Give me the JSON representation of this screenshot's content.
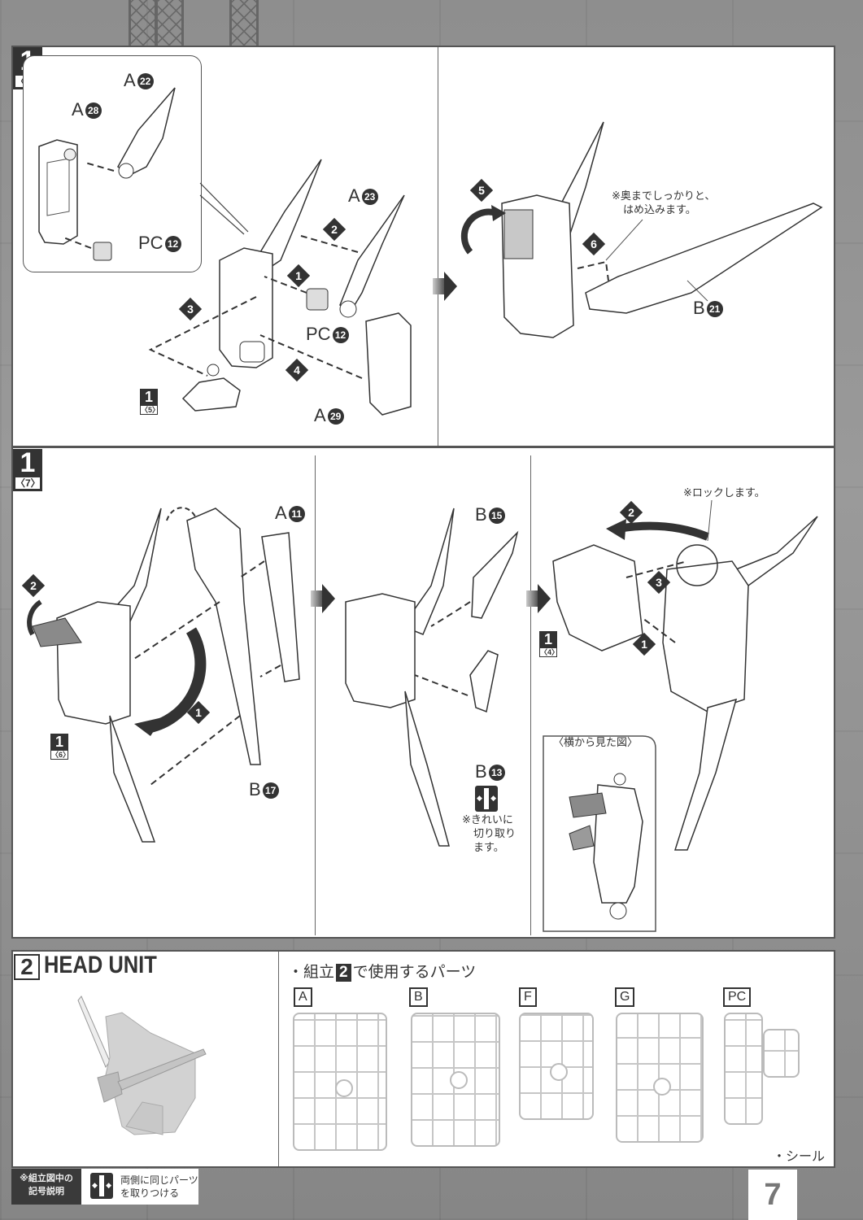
{
  "page": {
    "number": "7"
  },
  "step1_upper": {
    "step": "1",
    "sub": "〈6〉",
    "inset_labels": {
      "a28": {
        "letter": "A",
        "num": "28"
      },
      "a22": {
        "letter": "A",
        "num": "22"
      },
      "pc12": {
        "letter": "PC",
        "num": "12"
      }
    },
    "labels": {
      "a23": {
        "letter": "A",
        "num": "23"
      },
      "pc12": {
        "letter": "PC",
        "num": "12"
      },
      "a29": {
        "letter": "A",
        "num": "29"
      },
      "b21": {
        "letter": "B",
        "num": "21"
      }
    },
    "ref_badge": {
      "num": "1",
      "sub": "〈5〉"
    },
    "order_marks": [
      "1",
      "2",
      "3",
      "4",
      "5",
      "6"
    ],
    "note": [
      "※奥までしっかりと、",
      "はめ込みます。"
    ]
  },
  "step1_lower": {
    "step": "1",
    "sub": "〈7〉",
    "labels": {
      "a11": {
        "letter": "A",
        "num": "11"
      },
      "b17": {
        "letter": "B",
        "num": "17"
      },
      "b15": {
        "letter": "B",
        "num": "15"
      },
      "b13": {
        "letter": "B",
        "num": "13"
      }
    },
    "ref_badge_left": {
      "num": "1",
      "sub": "〈6〉"
    },
    "ref_badge_right": {
      "num": "1",
      "sub": "〈4〉"
    },
    "order_marks_left": [
      "1",
      "2"
    ],
    "order_marks_right": [
      "1",
      "2",
      "3"
    ],
    "cut_note": [
      "※きれいに",
      "切り取り",
      "ます。"
    ],
    "lock_note": "※ロックします。",
    "side_view_title": "〈横から見た図〉"
  },
  "step2": {
    "num": "2",
    "title": "HEAD UNIT",
    "parts_heading_prefix": "・組立",
    "parts_heading_num": "2",
    "parts_heading_suffix": "で使用するパーツ",
    "runners": [
      "A",
      "B",
      "F",
      "G",
      "PC"
    ],
    "seal": "・シール"
  },
  "legend": {
    "heading": [
      "※組立図中の",
      "記号説明"
    ],
    "symbol_text": [
      "両側に同じパーツ",
      "を取りつける"
    ]
  }
}
